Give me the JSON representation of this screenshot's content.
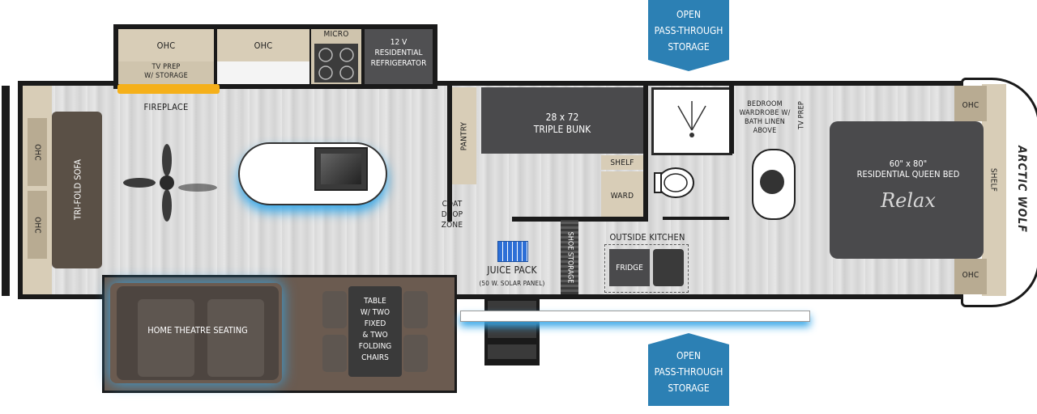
{
  "labels": {
    "ohc_1": "OHC",
    "ohc_2": "OHC",
    "tv_prep_storage": "TV PREP\nW/ STORAGE",
    "micro": "MICRO",
    "refrigerator": "12 V\nRESIDENTIAL\nREFRIGERATOR",
    "fireplace": "FIREPLACE",
    "tri_fold_sofa": "TRI-FOLD SOFA",
    "sofa_ohc_top": "OHC",
    "sofa_ohc_bottom": "OHC",
    "pantry": "PANTRY",
    "triple_bunk": "28 x 72\nTRIPLE BUNK",
    "shelf_bath": "SHELF",
    "ward": "WARD",
    "coat_drop_zone": "COAT\nDROP\nZONE",
    "juice_pack": "JUICE PACK",
    "solar_panel": "(50 W. SOLAR PANEL)",
    "shoe_storage": "SHOE STORAGE",
    "outside_kitchen": "OUTSIDE KITCHEN",
    "fridge": "FRIDGE",
    "bedroom_wardrobe": "BEDROOM\nWARDROBE W/\nBATH LINEN\nABOVE",
    "tv_prep": "TV PREP",
    "queen_bed": "60\" x 80\"\nRESIDENTIAL QUEEN BED",
    "relax": "Relax",
    "shelf_bed": "SHELF",
    "bed_ohc_top": "OHC",
    "bed_ohc_bottom": "OHC",
    "home_theatre_seating": "HOME THEATRE SEATING",
    "table_chairs": "TABLE\nW/ TWO\nFIXED\n& TWO\nFOLDING\nCHAIRS",
    "brand": "ARCTIC WOLF",
    "pass_through_top": "OPEN\nPASS-THROUGH\nSTORAGE",
    "pass_through_bottom": "OPEN\nPASS-THROUGH\nSTORAGE"
  },
  "colors": {
    "callout_blue": "#2c80b4",
    "accent_blue": "#39a8e8",
    "fireplace_glow": "#f5b01a",
    "wall": "#1a1a1a",
    "floor": "#dedede"
  },
  "icons": [
    "ceiling-fan-icon",
    "sink-icon",
    "toilet-icon",
    "shower-icon",
    "stove-icon",
    "solar-panel-icon",
    "steps-icon"
  ]
}
